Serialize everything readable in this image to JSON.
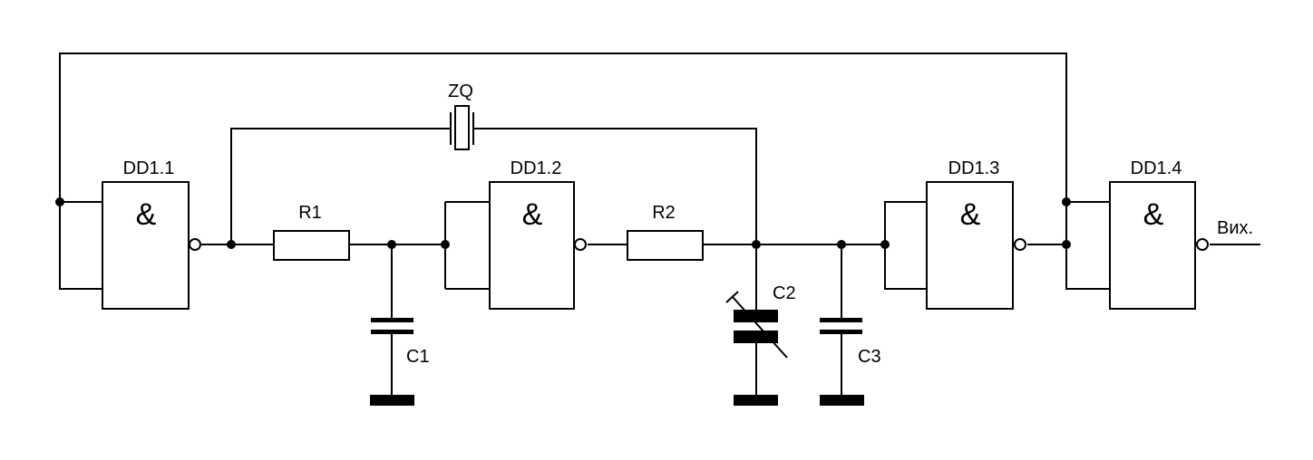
{
  "gates": [
    {
      "label": "DD1.1",
      "symbol": "&"
    },
    {
      "label": "DD1.2",
      "symbol": "&"
    },
    {
      "label": "DD1.3",
      "symbol": "&"
    },
    {
      "label": "DD1.4",
      "symbol": "&"
    }
  ],
  "resistors": [
    {
      "label": "R1"
    },
    {
      "label": "R2"
    }
  ],
  "capacitors": [
    {
      "label": "C1"
    },
    {
      "label": "C2"
    },
    {
      "label": "C3"
    }
  ],
  "crystal": {
    "label": "ZQ"
  },
  "output": {
    "label": "Вих."
  }
}
